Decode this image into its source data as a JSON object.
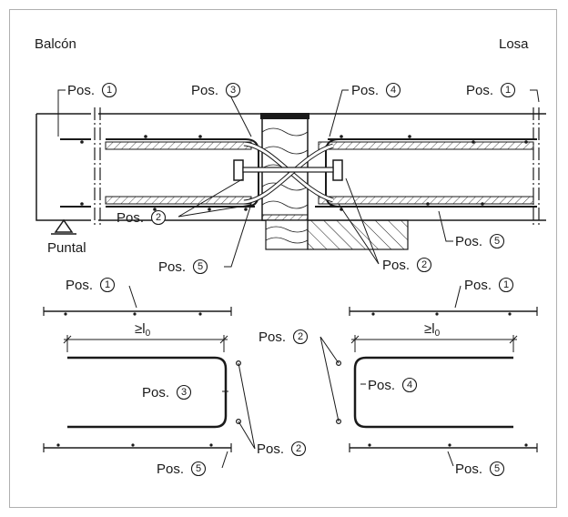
{
  "headings": {
    "left": "Balcón",
    "right": "Losa"
  },
  "support_label": "Puntal",
  "labels": {
    "pos1_top_left": "Pos.",
    "pos3_top": "Pos.",
    "pos4_top": "Pos.",
    "pos1_top_right": "Pos.",
    "pos2_mid_left": "Pos.",
    "pos5_mid_left": "Pos.",
    "pos2_mid_right": "Pos.",
    "pos5_mid_right": "Pos.",
    "pos1_det_left": "Pos.",
    "pos1_det_right": "Pos.",
    "pos3_det": "Pos.",
    "pos4_det": "Pos.",
    "pos2_det_center": "Pos.",
    "pos2_det_left": "Pos.",
    "pos5_det_left": "Pos.",
    "pos5_det_right": "Pos."
  },
  "numbers": {
    "pos1_top_left": "1",
    "pos3_top": "3",
    "pos4_top": "4",
    "pos1_top_right": "1",
    "pos2_mid_left": "2",
    "pos5_mid_left": "5",
    "pos2_mid_right": "2",
    "pos5_mid_right": "5",
    "pos1_det_left": "1",
    "pos1_det_right": "1",
    "pos3_det": "3",
    "pos4_det": "4",
    "pos2_det_center": "2",
    "pos2_det_left": "2",
    "pos5_det_left": "5",
    "pos5_det_right": "5"
  },
  "dimension": {
    "left": "≥l",
    "left_sub": "0",
    "right": "≥l",
    "right_sub": "0"
  },
  "colors": {
    "ink": "#1a1a1a",
    "frame": "#b0b0b0"
  }
}
